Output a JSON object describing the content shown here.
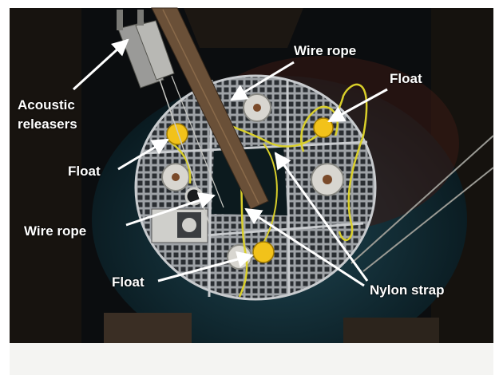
{
  "labels": {
    "acoustic_line1": "Acoustic",
    "acoustic_line2": "releasers",
    "wire_rope_top": "Wire rope",
    "float_top_right": "Float",
    "float_left": "Float",
    "wire_rope_left": "Wire rope",
    "float_bottom": "Float",
    "nylon_strap": "Nylon strap"
  },
  "colors": {
    "background": "#0b0d0f",
    "grating": "#b9bcc0",
    "float": "#f2c21a",
    "cable": "#d9cf2a",
    "pole": "#6a5038",
    "water": "#14303a",
    "label_text": "#ffffff",
    "arrow": "#ffffff"
  }
}
